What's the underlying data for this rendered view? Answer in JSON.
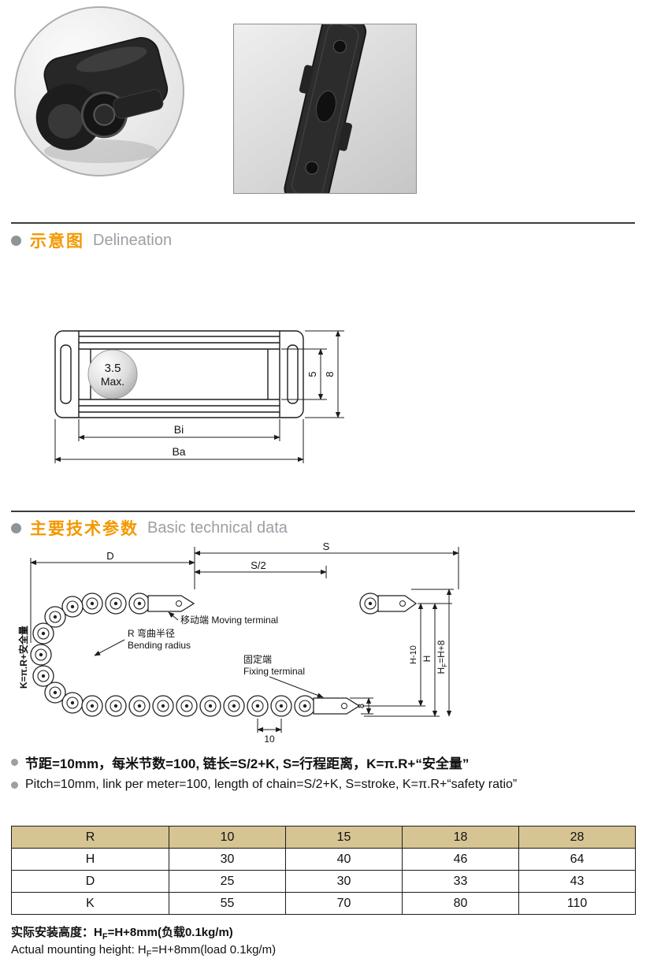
{
  "colors": {
    "accent": "#f39800",
    "subtitle_gray": "#9aa0a5",
    "table_header_bg": "#d6c493"
  },
  "sections": {
    "delineation": {
      "zh": "示意图",
      "en": "Delineation"
    },
    "technical": {
      "zh": "主要技术参数",
      "en": "Basic technical data"
    }
  },
  "delineation": {
    "ball_line1": "3.5",
    "ball_line2": "Max.",
    "dim_inner_h": "5",
    "dim_outer_h": "8",
    "dim_bi": "Bi",
    "dim_ba": "Ba"
  },
  "diagram": {
    "dim_d": "D",
    "dim_s": "S",
    "dim_s_half": "S/2",
    "moving_terminal": "移动端 Moving terminal",
    "bending_radius_zh": "R 弯曲半径",
    "bending_radius_en": "Bending radius",
    "fixing_terminal_zh": "固定端",
    "fixing_terminal_en": "Fixing terminal",
    "dim_h10": "H-10",
    "dim_h": "H",
    "hf_pre": "H",
    "hf_sub": "F",
    "hf_post": "=H+8",
    "dim_8": "8",
    "dim_10": "10",
    "k_formula": "K=π.R+安全量"
  },
  "notes": {
    "zh": "节距=10mm，每米节数=100, 链长=S/2+K, S=行程距离，K=π.R+“安全量”",
    "en": "Pitch=10mm, link per meter=100, length of chain=S/2+K, S=stroke, K=π.R+“safety ratio”"
  },
  "table": {
    "rows": [
      {
        "label": "R",
        "values": [
          "10",
          "15",
          "18",
          "28"
        ]
      },
      {
        "label": "H",
        "values": [
          "30",
          "40",
          "46",
          "64"
        ]
      },
      {
        "label": "D",
        "values": [
          "25",
          "30",
          "33",
          "43"
        ]
      },
      {
        "label": "K",
        "values": [
          "55",
          "70",
          "80",
          "110"
        ]
      }
    ]
  },
  "footer": {
    "zh_pre": "实际安装高度：H",
    "zh_sub": "F",
    "zh_post": "=H+8mm(负载0.1kg/m)",
    "en_pre": "Actual mounting height: H",
    "en_sub": "F",
    "en_post": "=H+8mm(load 0.1kg/m)"
  }
}
